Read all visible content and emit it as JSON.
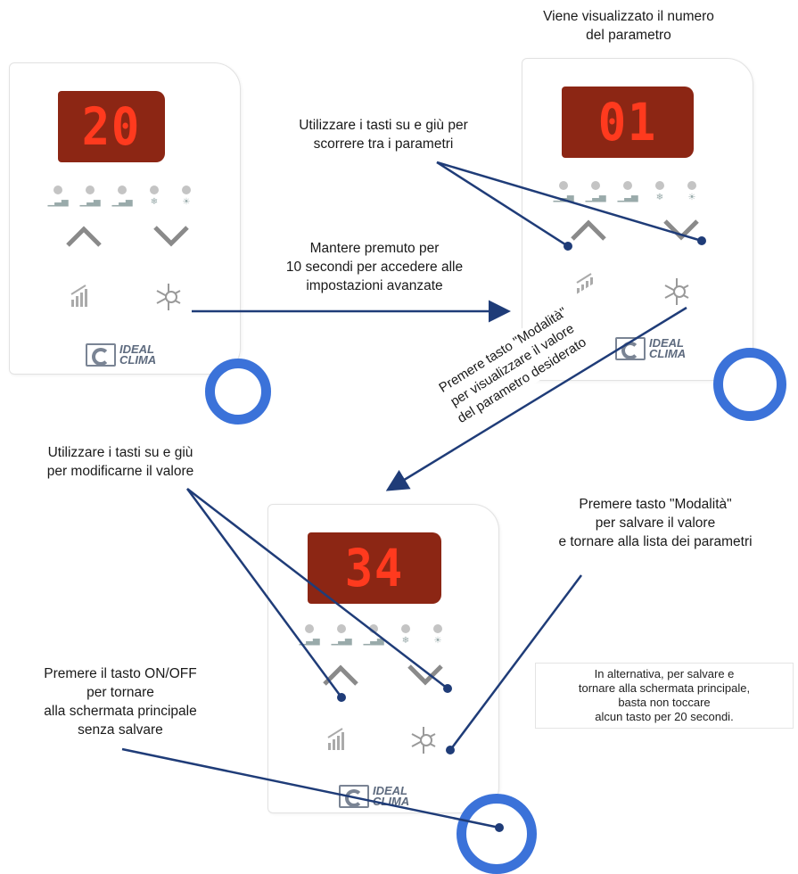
{
  "panels": [
    {
      "display": "20",
      "logo_line1": "IDEAL",
      "logo_line2": "CLIMA"
    },
    {
      "display": "01",
      "logo_line1": "IDEAL",
      "logo_line2": "CLIMA"
    },
    {
      "display": "34",
      "logo_line1": "IDEAL",
      "logo_line2": "CLIMA"
    }
  ],
  "captions": {
    "parameter_number_1": "Viene visualizzato il numero",
    "parameter_number_2": "del parametro",
    "scroll_1": "Utilizzare i tasti su e giù per",
    "scroll_2": "scorrere tra i parametri",
    "hold_1": "Mantere premuto per",
    "hold_2": "10 secondi per accedere alle",
    "hold_3": "impostazioni avanzate",
    "mode_view_1": "Premere tasto \"Modalità\"",
    "mode_view_2": "per visualizzare il valore",
    "mode_view_3": "del parametro desiderato",
    "modify_1": "Utilizzare i tasti su e giù",
    "modify_2": "per modificarne il valore",
    "save_1": "Premere tasto \"Modalità\"",
    "save_2": "per salvare il valore",
    "save_3": "e tornare alla lista dei parametri",
    "onoff_1": "Premere il tasto ON/OFF",
    "onoff_2": "per tornare",
    "onoff_3": "alla schermata principale",
    "onoff_4": "senza salvare",
    "alt_1": "In alternativa, per salvare e",
    "alt_2": "tornare alla schermata principale,",
    "alt_3": "basta non toccare",
    "alt_4": "alcun tasto per 20 secondi."
  },
  "colors": {
    "display_bg": "#8c2614",
    "digits": "#ff3a1e",
    "ring": "#3b72d9",
    "arrows": "#1f3c78"
  }
}
